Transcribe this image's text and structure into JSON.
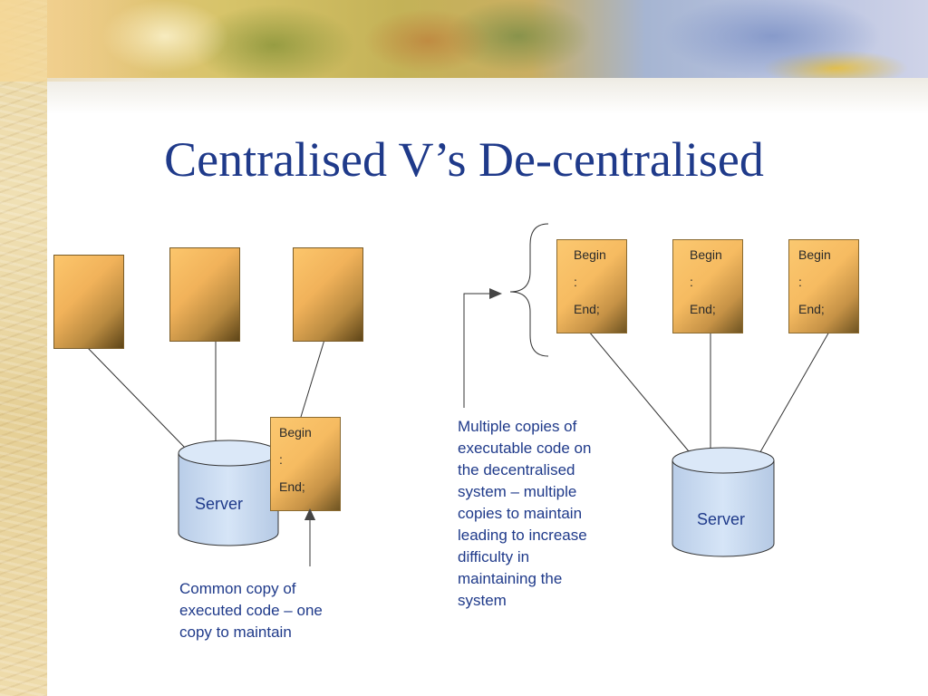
{
  "title": "Centralised V’s De-centralised",
  "code_lines": [
    "Begin",
    ":",
    "End;"
  ],
  "server_label": "Server",
  "notes": {
    "central": [
      "Common copy of",
      "executed code – one",
      "copy to maintain"
    ],
    "decentral": [
      "Multiple copies of",
      "executable code on",
      "the decentralised",
      "system – multiple",
      "copies to maintain",
      "leading to increase",
      "difficulty in",
      "maintaining the",
      "system"
    ]
  },
  "colors": {
    "title": "#1f3a8a",
    "server_fill": "#cfe0f4",
    "box_orange": "#f6bb61"
  }
}
